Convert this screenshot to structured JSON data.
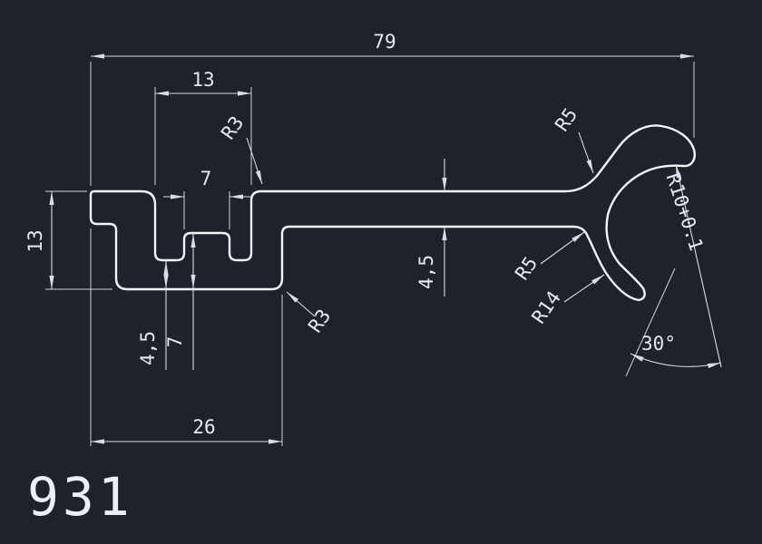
{
  "drawing": {
    "title": "931",
    "colors": {
      "background": "#1d222b",
      "profile_line": "#f4f5f7",
      "dimension_line": "#d9dde2",
      "text": "#e6e9ed"
    },
    "dims": {
      "overall_width": "79",
      "slot_width": "13",
      "tooth_width": "7",
      "left_height": "13",
      "bar_thickness": "4,5",
      "floor_thickness": "4,5",
      "tooth_depth": "7",
      "block_width": "26",
      "fillet_slot_top": "R3",
      "fillet_block_corner": "R3",
      "fillet_arm_top": "R5",
      "fillet_arm_bottom": "R5",
      "radius_outer_arm": "R14",
      "radius_cavity": "R10+0.1",
      "opening_angle": "30°"
    }
  }
}
